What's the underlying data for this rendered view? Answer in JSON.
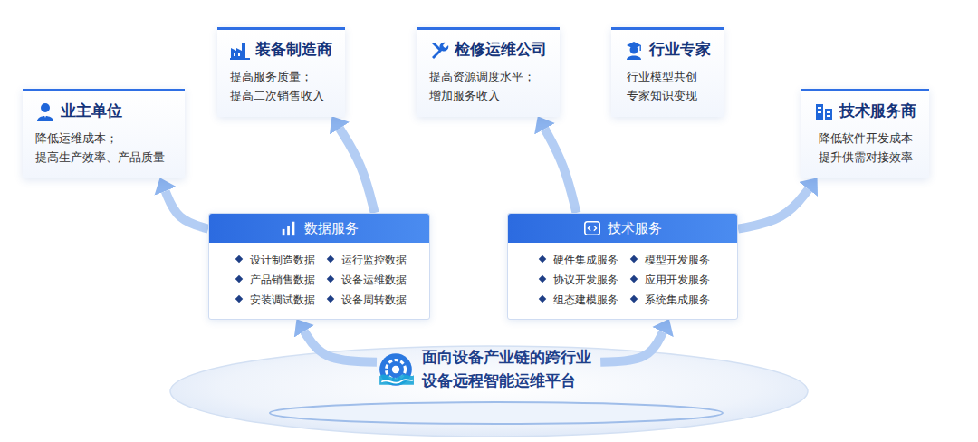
{
  "diagram": {
    "nodes": [
      {
        "text": [
          "业主单位",
          "降低运维成本； 提高生产效率、产品质量"
        ]
      },
      {
        "text": [
          "装备制造商",
          "提高服务质量； 提高二次销售收入"
        ]
      },
      {
        "text": [
          "检修运维公司",
          "提高资源调度水平； 增加服务收入"
        ]
      },
      {
        "text": [
          "行业专家",
          "行业模型共创 专家知识变现"
        ]
      },
      {
        "text": [
          "技术服务商",
          "降低软件开发成本 提升供需对接效率"
        ]
      },
      {
        "text": [
          "数据服务",
          "设计制造数据",
          "运行监控数据",
          "产品销售数据",
          "设备运维数据",
          "安装调试数据",
          "设备周转数据"
        ]
      },
      {
        "text": [
          "技术服务",
          "硬件集成服务",
          "模型开发服务",
          "协议开发服务",
          "应用开发服务",
          "组态建模服务",
          "系统集成服务"
        ]
      },
      {
        "text": [
          "面向设备产业链的跨行业 设备远程智能运维平台"
        ]
      }
    ],
    "edges": [
      {
        "from": 7,
        "to": 5,
        "arrow": "to"
      },
      {
        "from": 7,
        "to": 6,
        "arrow": "to"
      },
      {
        "from": 5,
        "to": 0,
        "arrow": "to"
      },
      {
        "from": 5,
        "to": 1,
        "arrow": "to"
      },
      {
        "from": 6,
        "to": 2,
        "arrow": "to"
      },
      {
        "from": 6,
        "to": 4,
        "arrow": "to"
      }
    ]
  }
}
